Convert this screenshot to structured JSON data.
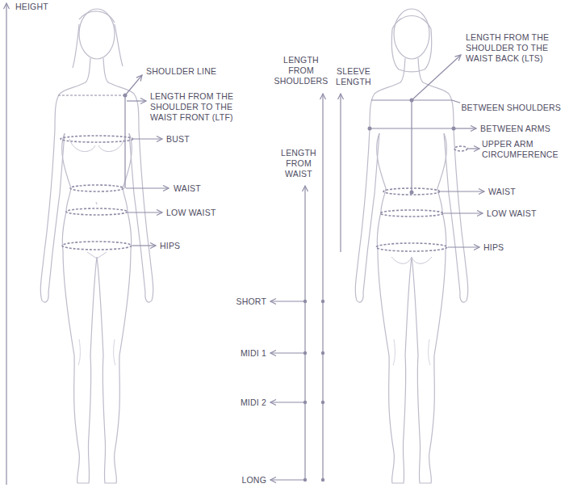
{
  "diagram": {
    "labels": [
      "HEIGHT",
      "SHOULDER LINE",
      "LENGTH FROM THE SHOULDER TO THE WAIST FRONT (LTF)",
      "BUST",
      "WAIST",
      "LOW WAIST",
      "HIPS",
      "LENGTH FROM SHOULDERS",
      "SLEEVE LENGTH",
      "LENGTH FROM THE SHOULDER TO THE WAIST BACK (LTS)",
      "BETWEEN SHOULDERS",
      "BETWEEN ARMS",
      "UPPER ARM CIRCUMFERENCE",
      "LENGTH FROM WAIST",
      "WAIST",
      "LOW WAIST",
      "HIPS",
      "SHORT",
      "MIDI 1",
      "MIDI 2",
      "LONG"
    ]
  }
}
